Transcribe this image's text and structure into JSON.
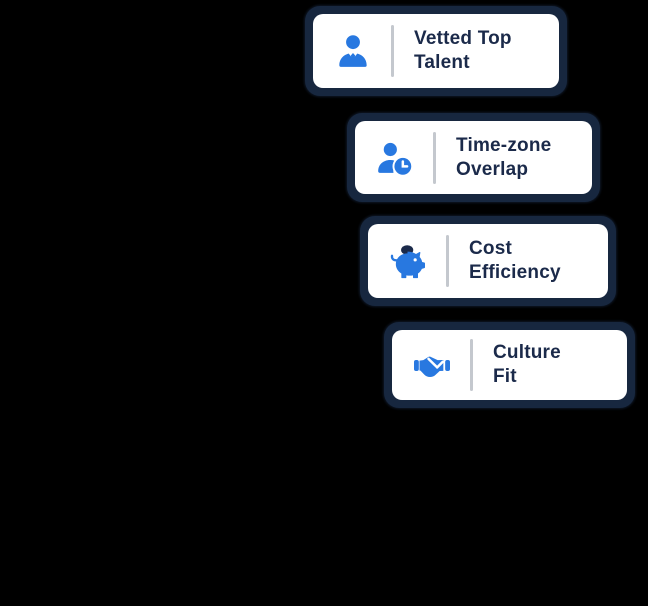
{
  "graphic_title": "Feature highlight cards",
  "colors": {
    "page_bg": "#000000",
    "card_frame": "#17273f",
    "card_bg": "#ffffff",
    "icon_blue": "#2878e0",
    "text_navy": "#1b2a4a",
    "divider_gray": "#c4c8ce"
  },
  "cards": [
    {
      "icon": "businessperson-icon",
      "line1": "Vetted Top",
      "line2": "Talent"
    },
    {
      "icon": "person-clock-icon",
      "line1": "Time-zone",
      "line2": "Overlap"
    },
    {
      "icon": "piggy-bank-icon",
      "line1": "Cost",
      "line2": "Efficiency"
    },
    {
      "icon": "handshake-icon",
      "line1": "Culture",
      "line2": "Fit"
    }
  ]
}
